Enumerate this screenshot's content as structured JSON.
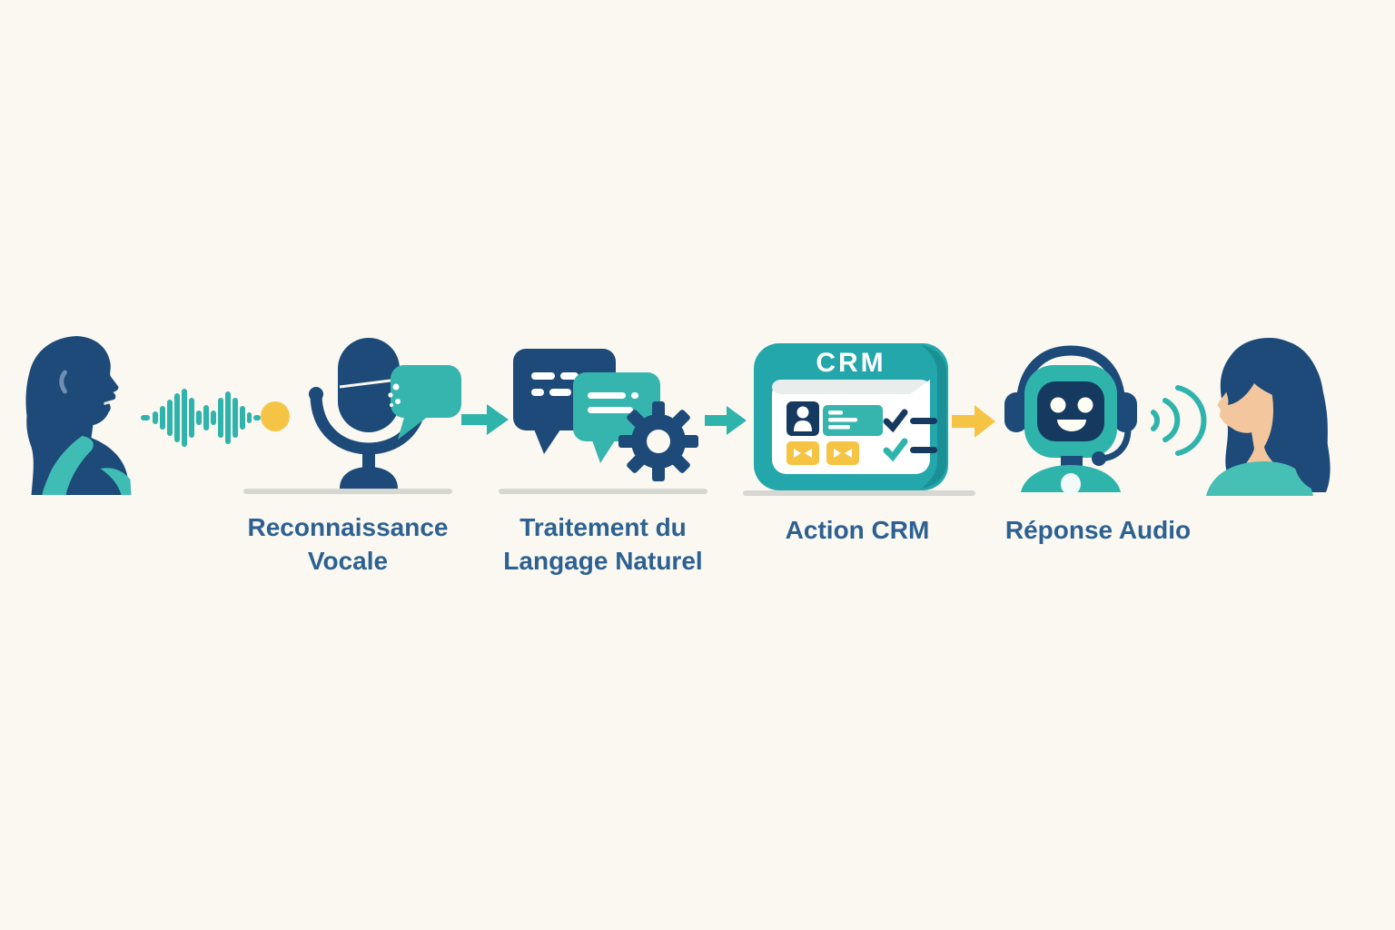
{
  "diagram": {
    "description": "Voice AI CRM pipeline flow illustration",
    "background": "#faf8f1",
    "label_color": "#2d6191",
    "steps": [
      {
        "icon": "person-speaking-icon",
        "label": ""
      },
      {
        "icon": "microphone-icon",
        "label": "Reconnaissance Vocale"
      },
      {
        "icon": "chat-processing-icon",
        "label": "Traitement du Langage Naturel"
      },
      {
        "icon": "crm-card-icon",
        "label": "Action CRM",
        "card_title": "CRM"
      },
      {
        "icon": "robot-assistant-icon",
        "label": "Réponse Audio"
      },
      {
        "icon": "listening-person-icon",
        "label": ""
      }
    ],
    "connectors": [
      {
        "type": "arrow-right",
        "color": "#2fb4ac"
      },
      {
        "type": "arrow-right",
        "color": "#2fb4ac"
      },
      {
        "type": "arrow-right",
        "color": "#f6c445"
      }
    ],
    "palette": {
      "navy": "#1d4a78",
      "navy_dark": "#16395f",
      "teal": "#2fb4ac",
      "teal_card": "#23a7aa",
      "yellow": "#f6c445",
      "skin": "#f3c69d",
      "gray_line": "#d7d7d2",
      "white": "#ffffff"
    }
  }
}
